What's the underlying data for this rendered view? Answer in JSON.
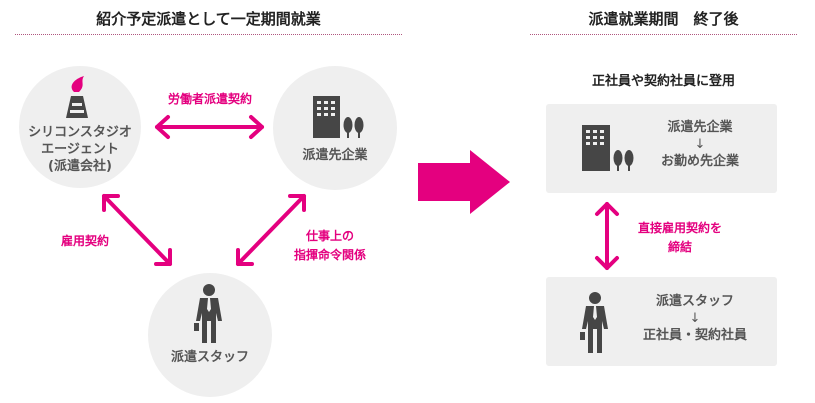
{
  "left": {
    "title": "紹介予定派遣として一定期間就業",
    "agency": {
      "line1": "シリコンスタジオ",
      "line2": "エージェント",
      "line3": "(派遣会社)"
    },
    "client": "派遣先企業",
    "staff": "派遣スタッフ",
    "contract_agency_client": "労働者派遣契約",
    "contract_agency_staff": "雇用契約",
    "command_line1": "仕事上の",
    "command_line2": "指揮命令関係"
  },
  "right": {
    "title": "派遣就業期間　終了後",
    "subtitle": "正社員や契約社員に登用",
    "company": {
      "from": "派遣先企業",
      "arrow": "↓",
      "to": "お勤め先企業"
    },
    "relation_line1": "直接雇用契約を",
    "relation_line2": "締結",
    "person": {
      "from": "派遣スタッフ",
      "arrow": "↓",
      "to": "正社員・契約社員"
    }
  },
  "colors": {
    "accent": "#e4007f",
    "circle": "#efefef",
    "icon": "#464646"
  }
}
